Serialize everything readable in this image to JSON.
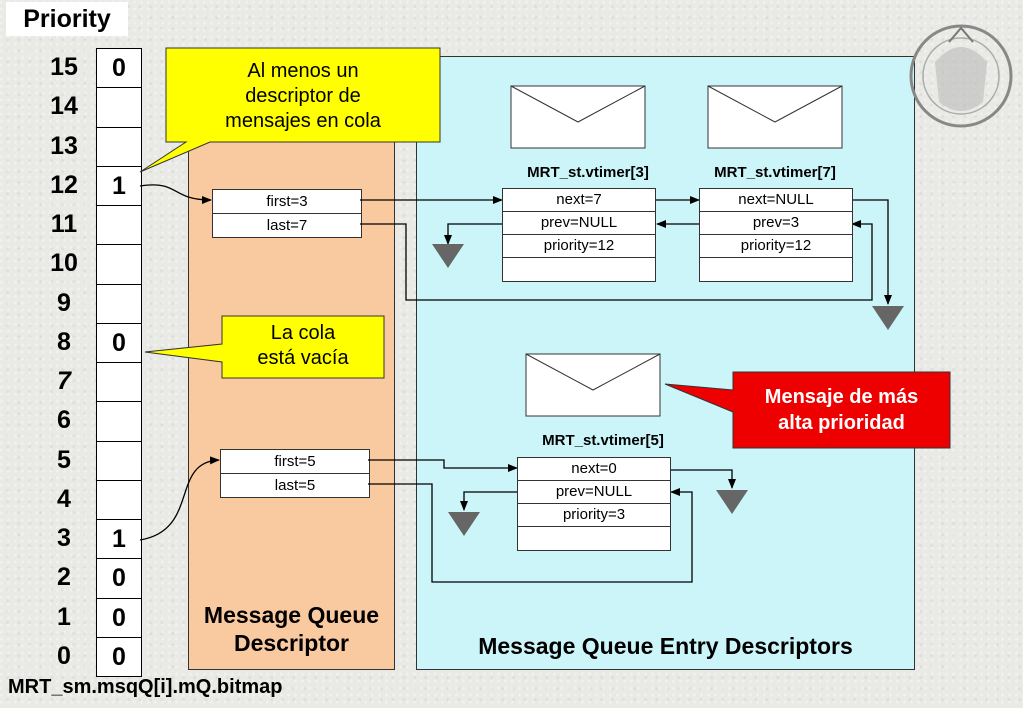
{
  "title": "Priority",
  "priorities": [
    "15",
    "14",
    "13",
    "12",
    "11",
    "10",
    "9",
    "8",
    "7",
    "6",
    "5",
    "4",
    "3",
    "2",
    "1",
    "0"
  ],
  "bitmap_values": [
    "0",
    "",
    "",
    "1",
    "",
    "",
    "",
    "0",
    "",
    "",
    "",
    "",
    "1",
    "0",
    "0",
    "0"
  ],
  "callouts": {
    "top": [
      "Al menos un",
      "descriptor de",
      "mensajes en cola"
    ],
    "empty": [
      "La cola",
      "está vacía"
    ],
    "highest": [
      "Mensaje de más",
      "alta prioridad"
    ]
  },
  "queue_descriptor": {
    "label_line1": "Message Queue",
    "label_line2": "Descriptor",
    "prio12": {
      "first": "first=3",
      "last": "last=7"
    },
    "prio3": {
      "first": "first=5",
      "last": "last=5"
    }
  },
  "entry_descriptors": {
    "label": "Message Queue Entry Descriptors",
    "vtimer3": {
      "title": "MRT_st.vtimer[3]",
      "next": "next=7",
      "prev": "prev=NULL",
      "priority": "priority=12"
    },
    "vtimer7": {
      "title": "MRT_st.vtimer[7]",
      "next": "next=NULL",
      "prev": "prev=3",
      "priority": "priority=12"
    },
    "vtimer5": {
      "title": "MRT_st.vtimer[5]",
      "next": "next=0",
      "prev": "prev=NULL",
      "priority": "priority=3"
    }
  },
  "bottom_label": "MRT_sm.msqQ[i].mQ.bitmap",
  "colors": {
    "yellow": "#ffff00",
    "red": "#ee0000",
    "peach": "#f9c9a0",
    "cyan": "#ccf5fa",
    "ground": "#666666"
  }
}
